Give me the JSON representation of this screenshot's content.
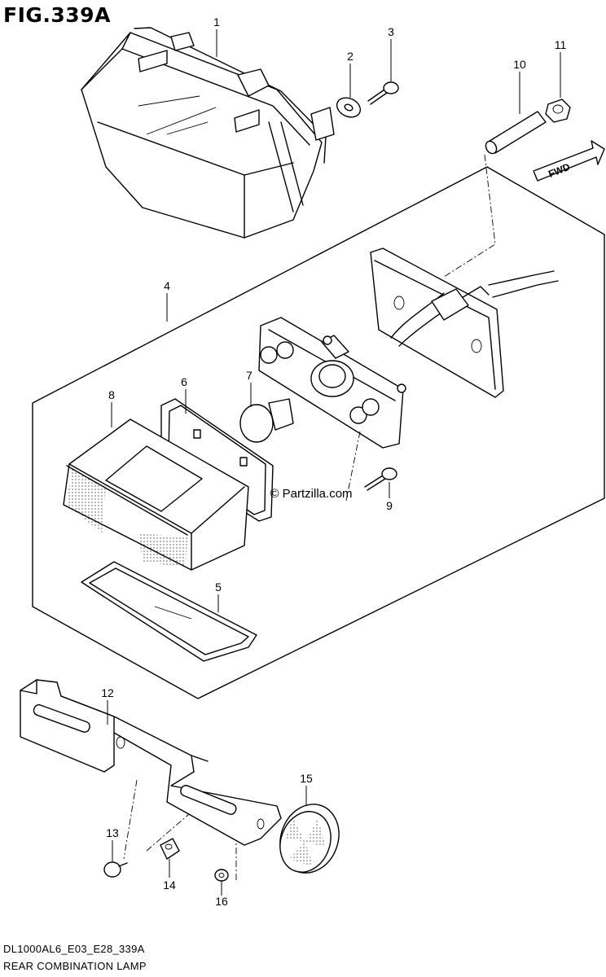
{
  "figure": {
    "title": "FIG.339A",
    "code": "DL1000AL6_E03_E28_339A",
    "name": "REAR COMBINATION LAMP",
    "watermark": "© Partzilla.com",
    "direction_label": "FWD"
  },
  "callouts": [
    {
      "id": "1",
      "label": "1"
    },
    {
      "id": "2",
      "label": "2"
    },
    {
      "id": "3",
      "label": "3"
    },
    {
      "id": "4",
      "label": "4"
    },
    {
      "id": "5",
      "label": "5"
    },
    {
      "id": "6",
      "label": "6"
    },
    {
      "id": "7",
      "label": "7"
    },
    {
      "id": "8",
      "label": "8"
    },
    {
      "id": "9",
      "label": "9"
    },
    {
      "id": "10",
      "label": "10"
    },
    {
      "id": "11",
      "label": "11"
    },
    {
      "id": "12",
      "label": "12"
    },
    {
      "id": "13",
      "label": "13"
    },
    {
      "id": "14",
      "label": "14"
    },
    {
      "id": "15",
      "label": "15"
    },
    {
      "id": "16",
      "label": "16"
    }
  ]
}
